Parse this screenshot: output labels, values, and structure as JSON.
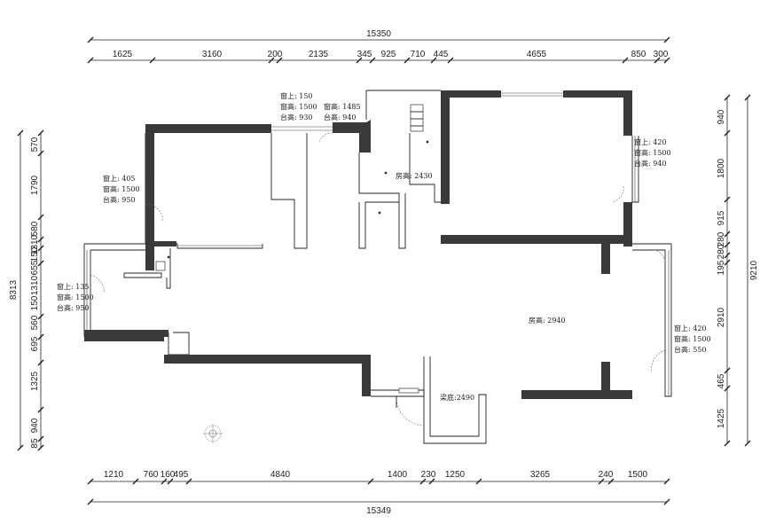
{
  "dimensions": {
    "top_total": "15350",
    "top_segments": [
      "1625",
      "3160",
      "200",
      "2135",
      "345",
      "925",
      "710",
      "445",
      "4655",
      "850",
      "300"
    ],
    "bottom_total": "15349",
    "bottom_segments": [
      "1210",
      "760",
      "160",
      "495",
      "4840",
      "1400",
      "230",
      "1250",
      "3265",
      "240",
      "1500"
    ],
    "left_total": "8313",
    "left_segments": [
      "570",
      "1790",
      "580",
      "1310",
      "150",
      "655",
      "1310",
      "150",
      "560",
      "695",
      "1325",
      "940",
      "85"
    ],
    "right_total": "9210",
    "right_segments": [
      "940",
      "1800",
      "915",
      "280",
      "280",
      "195",
      "2910",
      "465",
      "1425"
    ]
  },
  "window_notes": {
    "top_left_a": [
      "窗上: 150",
      "窗高: 1500",
      "台高: 930"
    ],
    "top_left_b": [
      "窗高: 1485",
      "台高: 940"
    ],
    "top_right": [
      "窗上: 420",
      "窗高: 1500",
      "台高: 940"
    ],
    "left_room": [
      "窗上: 405",
      "窗高: 1500",
      "台高: 950"
    ],
    "left_lower": [
      "窗上: 135",
      "窗高: 1500",
      "台高: 950"
    ],
    "right_lower": [
      "窗上: 420",
      "窗高: 1500",
      "台高: 550"
    ]
  },
  "room_labels": {
    "bath": "房高: 2430",
    "living": "房高: 2940",
    "entry": "梁底:2490"
  },
  "colors": {
    "wall": "#3a3a3a",
    "line": "#222222",
    "background": "#ffffff"
  }
}
